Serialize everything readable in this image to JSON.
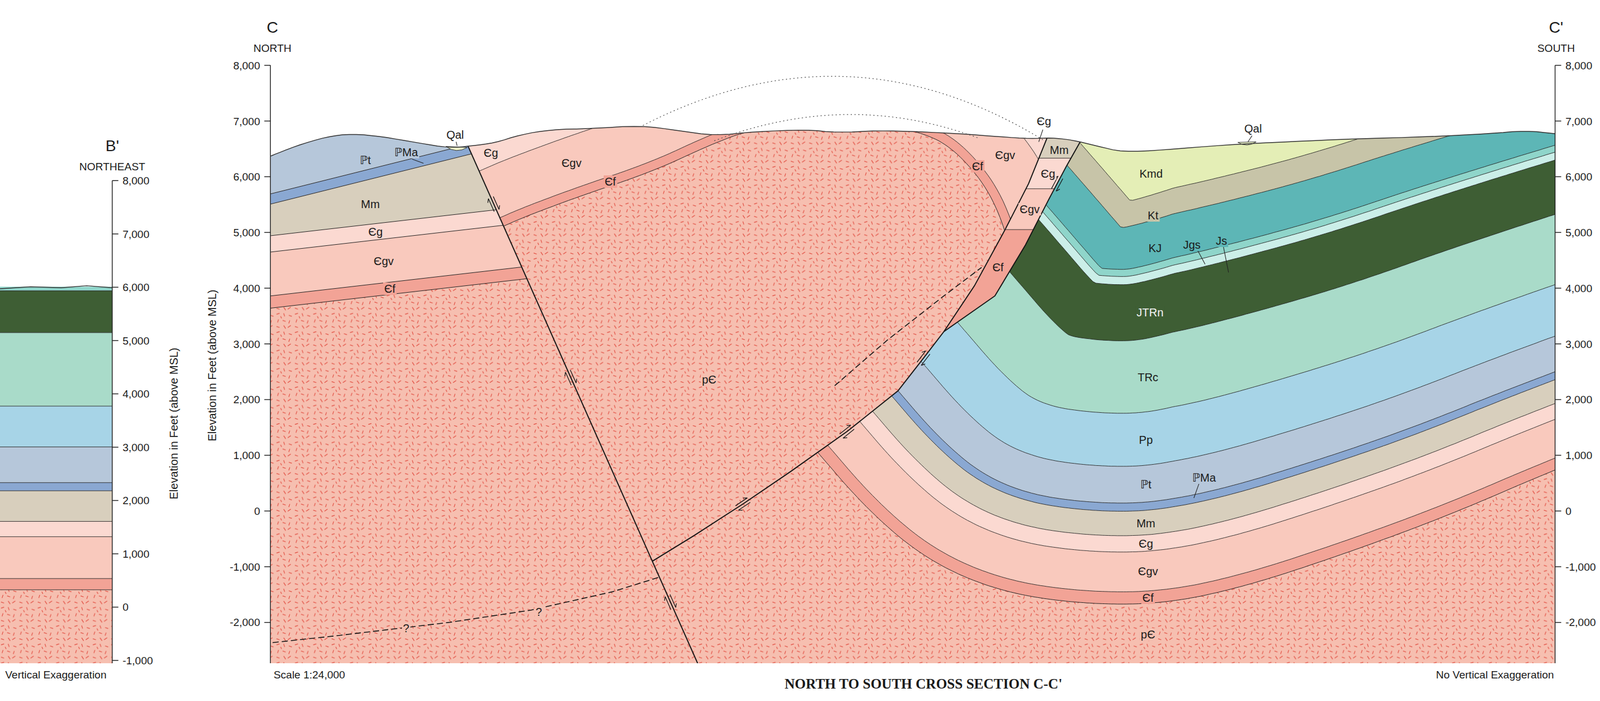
{
  "diagram": {
    "caption": "NORTH TO SOUTH CROSS SECTION C-C'",
    "labels": [
      "B'",
      "NORTHEAST",
      "8,000",
      "7,000",
      "6,000",
      "5,000",
      "4,000",
      "3,000",
      "2,000",
      "1,000",
      "0",
      "-1,000",
      "Elevation in Feet (above MSL)",
      "Vertical Exaggeration",
      "C",
      "NORTH",
      "C'",
      "SOUTH",
      "8,000",
      "7,000",
      "6,000",
      "5,000",
      "4,000",
      "3,000",
      "2,000",
      "1,000",
      "0",
      "-1,000",
      "-2,000",
      "Elevation in Feet (above MSL)",
      "8,000",
      "7,000",
      "6,000",
      "5,000",
      "4,000",
      "3,000",
      "2,000",
      "1,000",
      "0",
      "-1,000",
      "-2,000",
      "Scale 1:24,000",
      "No Vertical Exaggeration",
      "ℙt",
      "ℙMa",
      "Qal",
      "Mm",
      "Єg",
      "Єgv",
      "Єf",
      "Єg",
      "Єgv",
      "Єf",
      "pЄ",
      "Єf",
      "Єgv",
      "Єg",
      "Mm",
      "Єg",
      "Єgv",
      "Єf",
      "Qal",
      "Kmd",
      "Kt",
      "KJ",
      "Jgs",
      "Js",
      "JTRn",
      "TRc",
      "Pp",
      "ℙMa",
      "ℙt",
      "Mm",
      "Єg",
      "Єgv",
      "Єf",
      "pЄ",
      "?",
      "?"
    ]
  }
}
